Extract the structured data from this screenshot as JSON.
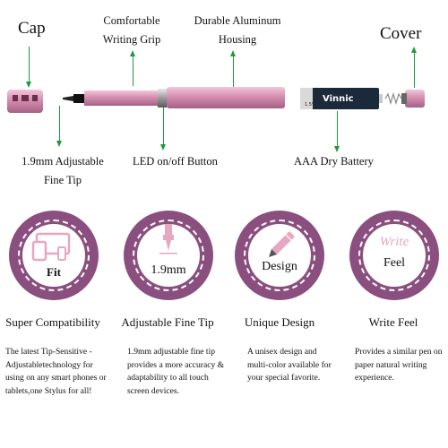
{
  "parts": {
    "cap": "Cap",
    "cover": "Cover",
    "grip_line1": "Comfortable",
    "grip_line2": "Writing Grip",
    "housing_line1": "Durable Aluminum",
    "housing_line2": "Housing",
    "tip_line1": "1.9mm Adjustable",
    "tip_line2": "Fine Tip",
    "button": "LED on/off Button",
    "battery": "AAA Dry Battery",
    "battery_brand": "Vinnic",
    "battery_spec": "1.5V"
  },
  "features": [
    {
      "icon": "devices-icon",
      "ring_text": "Fit",
      "title": "Super Compatibility",
      "desc": "The latest Tip-Sensitive -Adjustabletechnology for using on any smart phones or  tablets,one Stylus for all!"
    },
    {
      "icon": "fine-tip-icon",
      "ring_text": "1.9mm",
      "title": "Adjustable Fine Tip",
      "desc": "1.9mm adjustable fine tip provides a more accuracy & adaptability to all touch screen devices."
    },
    {
      "icon": "design-pen-icon",
      "ring_text": "Design",
      "title": "Unique Design",
      "desc": "A unisex design and multi-color available for your special favorite."
    },
    {
      "icon": "write-icon",
      "ring_text": "Feel",
      "ring_script": "Write",
      "title": "Write Feel",
      "desc": "Provides a similar pen on paper natural writing experience."
    }
  ],
  "colors": {
    "arrow": "#1f9a3a",
    "ring": "#8a4f7e",
    "pen_pink": "#d99ab6",
    "accent": "#e7a6c2"
  }
}
